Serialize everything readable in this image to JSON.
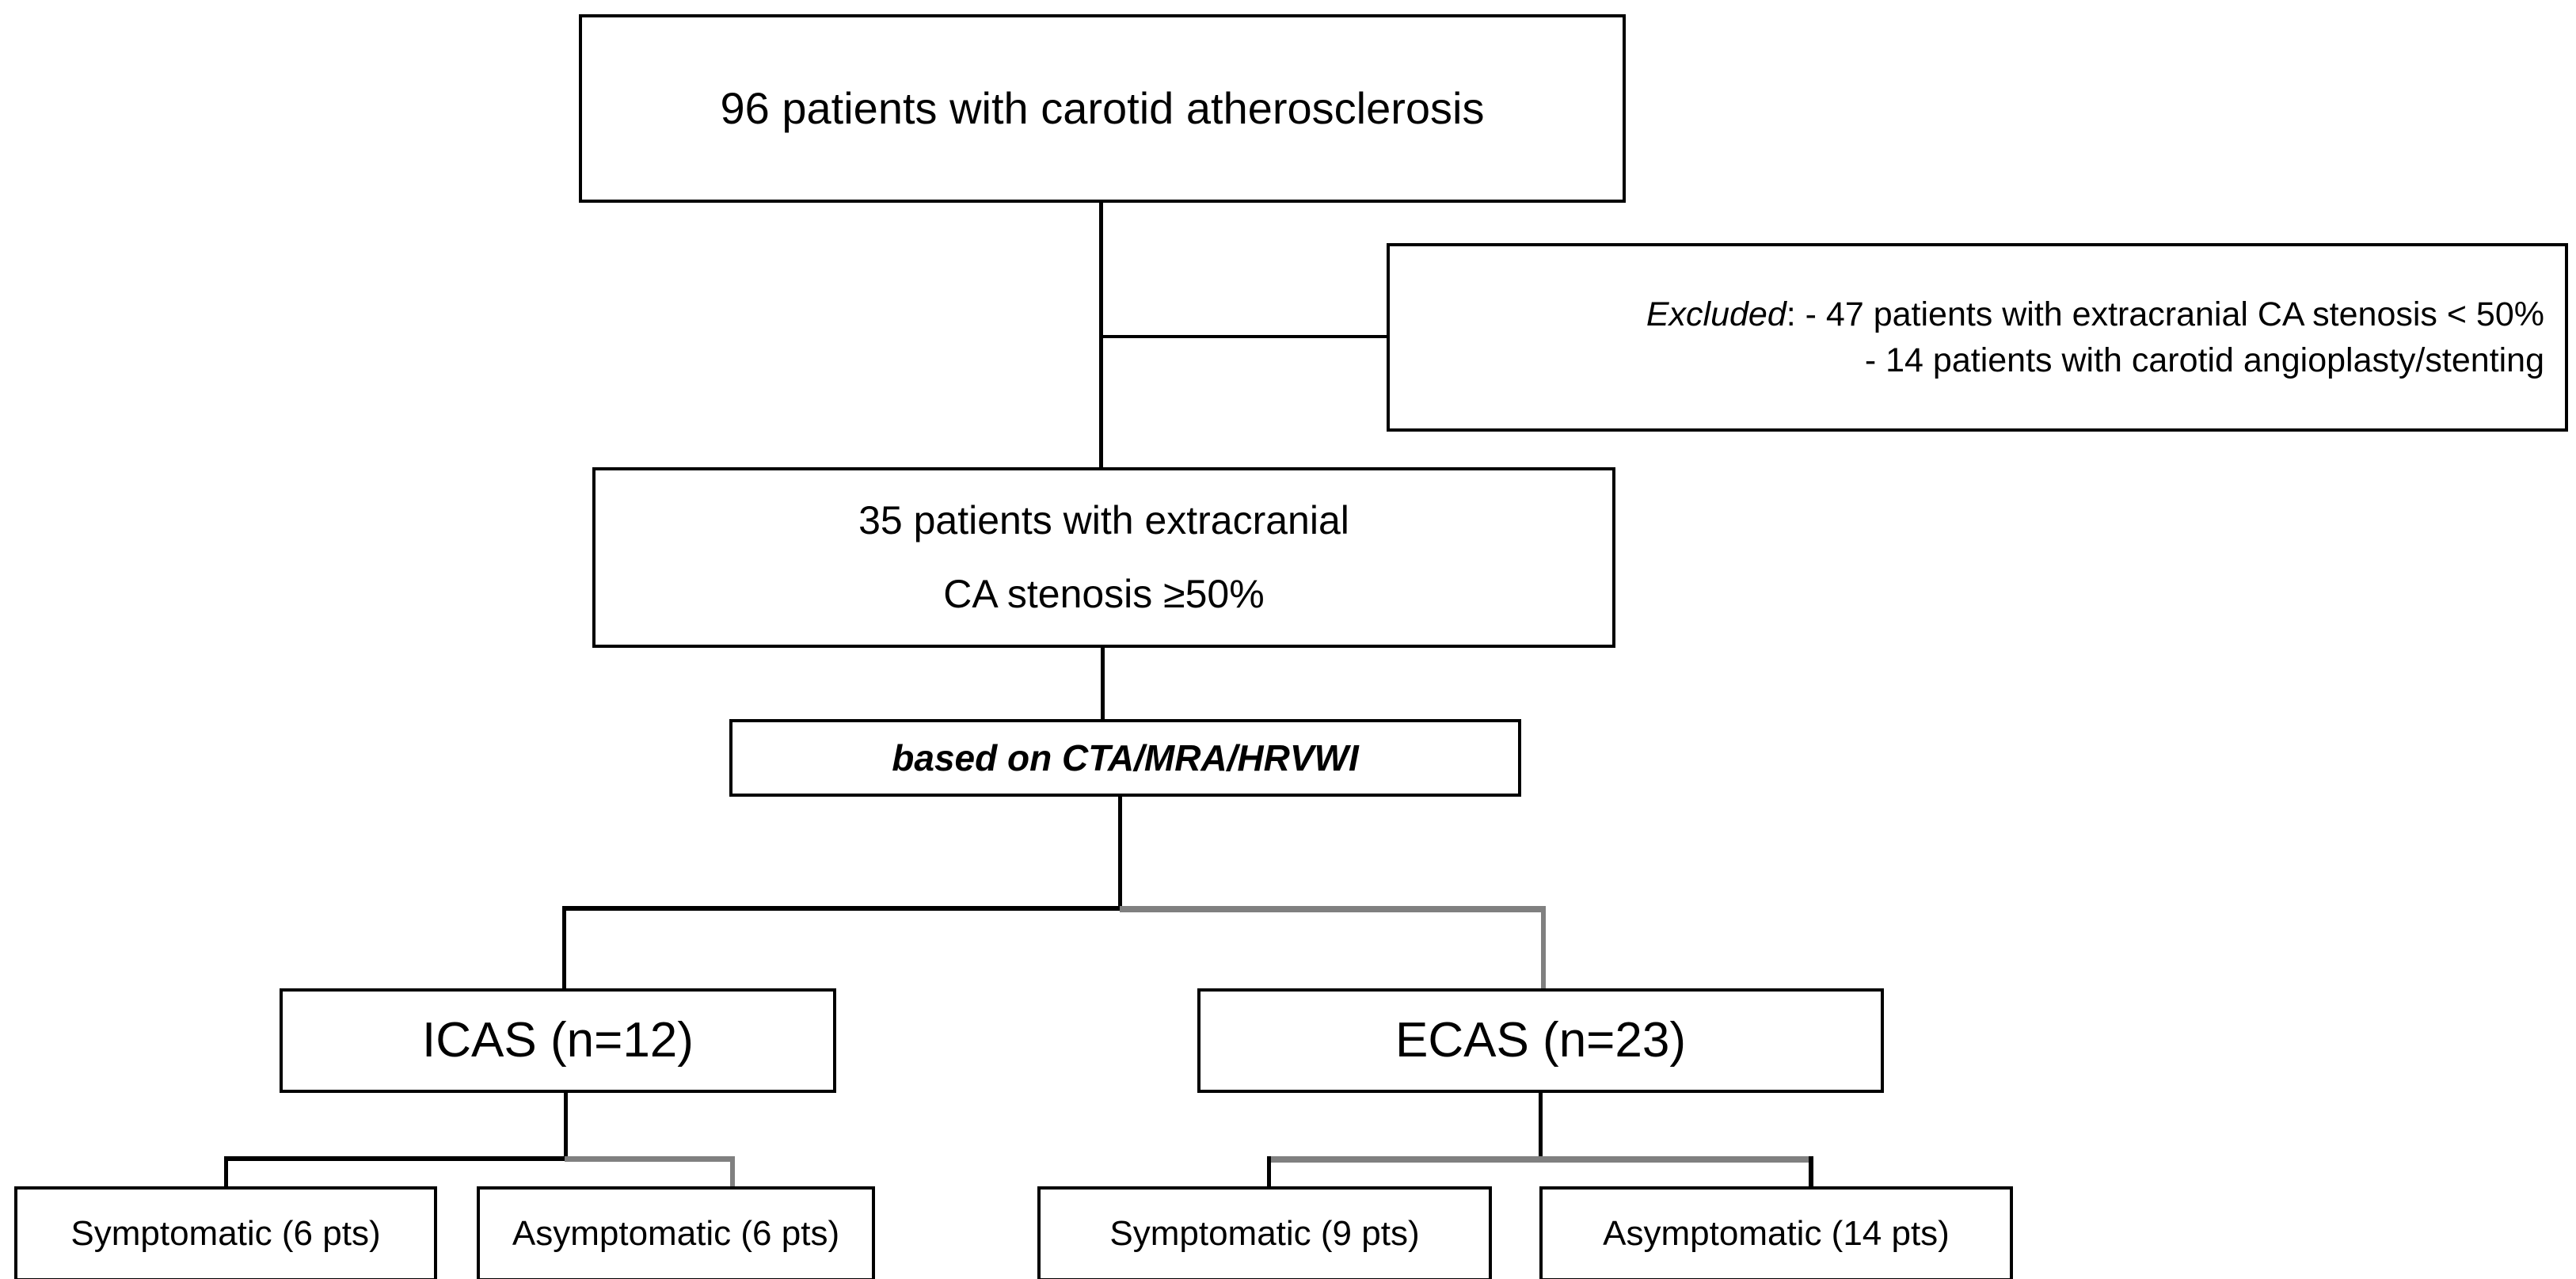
{
  "diagram": {
    "title": "Patient selection flowchart for carotid atherosclerosis study",
    "colors": {
      "background": "#ffffff",
      "stroke": "#000000",
      "stroke_gray": "#808080",
      "text": "#000000"
    },
    "nodes": {
      "enrolled": {
        "label": "96 patients with carotid atherosclerosis",
        "count": 96
      },
      "excluded": {
        "lead": "Excluded",
        "lead_suffix": ":",
        "reason_1": "- 47 patients with extracranial CA stenosis < 50%",
        "reason_2": "- 14 patients with carotid angioplasty/stenting",
        "counts": [
          47,
          14
        ]
      },
      "included": {
        "line_1": "35 patients with extracranial",
        "line_2": "CA stenosis ≥50%",
        "count": 35
      },
      "criterion": {
        "label": "based on CTA/MRA/HRVWI"
      },
      "icas": {
        "label": "ICAS (n=12)",
        "count": 12
      },
      "ecas": {
        "label": "ECAS (n=23)",
        "count": 23
      },
      "icas_symptomatic": {
        "label": "Symptomatic (6 pts)",
        "count": 6
      },
      "icas_asymptomatic": {
        "label": "Asymptomatic (6 pts)",
        "count": 6
      },
      "ecas_symptomatic": {
        "label": "Symptomatic (9 pts)",
        "count": 9
      },
      "ecas_asymptomatic": {
        "label": "Asymptomatic (14 pts)",
        "count": 14
      }
    }
  }
}
